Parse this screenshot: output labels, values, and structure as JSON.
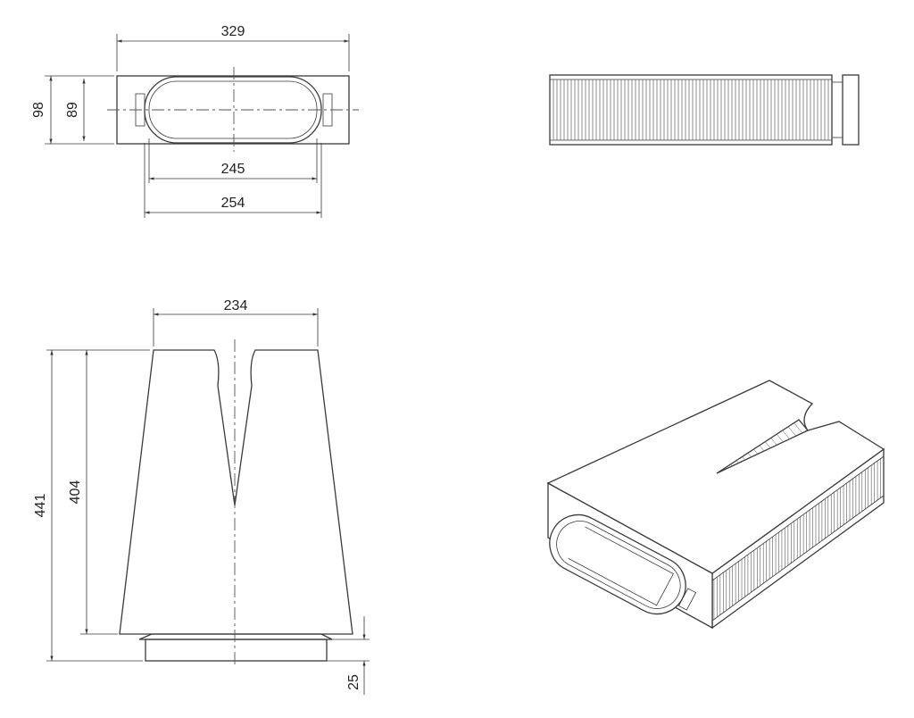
{
  "diagram": {
    "top_view": {
      "width_outer": "329",
      "height_outer": "98",
      "height_inner": "89",
      "oval_width_inner": "245",
      "oval_width_outer": "254"
    },
    "front_view": {
      "top_width": "234",
      "total_height": "441",
      "body_height": "404",
      "base_height": "25"
    }
  }
}
